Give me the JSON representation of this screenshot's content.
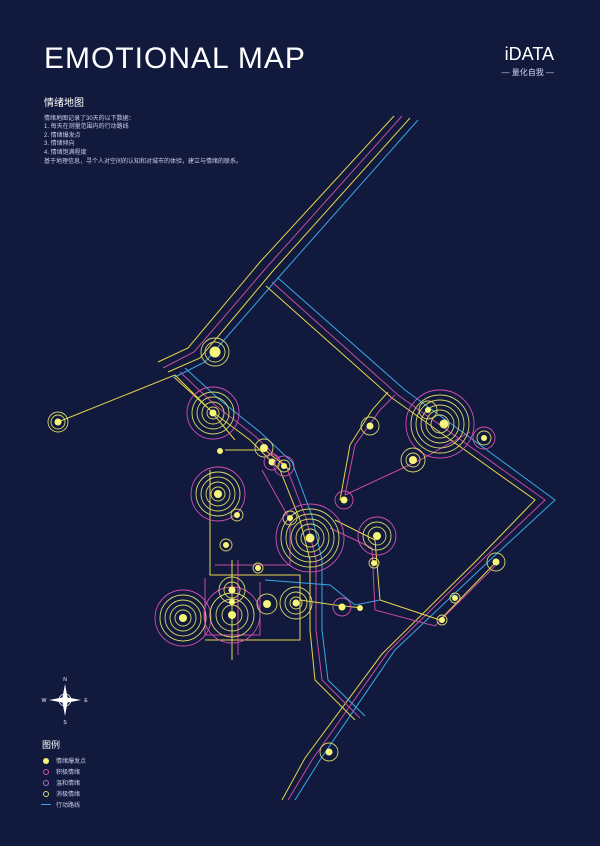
{
  "title": "EMOTIONAL MAP",
  "brand": {
    "name": "iDATA",
    "tagline": "— 量化自我 —"
  },
  "intro": {
    "heading": "情绪地图",
    "lines": [
      "情绪地图记录了30天的以下数据：",
      "1. 每天在测量范围内的行动路线",
      "2. 情绪爆发点",
      "3. 情绪倾向",
      "4. 情绪饱满程度",
      "基于地理信息，寻个人对空间的认知和对城市的体验，建立与情绪的联系。"
    ]
  },
  "compass": {
    "north": "N",
    "south": "S",
    "east": "E",
    "west": "W"
  },
  "colors": {
    "background": "#111a3d",
    "burst": "#f6f47a",
    "positive": "#d64fb4",
    "mild": "#b46ad0",
    "negative": "#d8d66a",
    "route": "#3aa6e6",
    "route_yellow": "#e6d44a",
    "route_magenta": "#c84aa0"
  },
  "legend": {
    "heading": "图例",
    "items": [
      {
        "label": "情绪爆发点",
        "kind": "dot",
        "color": "#f6f47a"
      },
      {
        "label": "积极情绪",
        "kind": "ring",
        "color": "#d64fb4"
      },
      {
        "label": "温和情绪",
        "kind": "ring",
        "color": "#b46ad0"
      },
      {
        "label": "消极情绪",
        "kind": "ring",
        "color": "#d8d66a"
      },
      {
        "label": "行动路线",
        "kind": "line",
        "color": "#3aa6e6"
      }
    ]
  }
}
